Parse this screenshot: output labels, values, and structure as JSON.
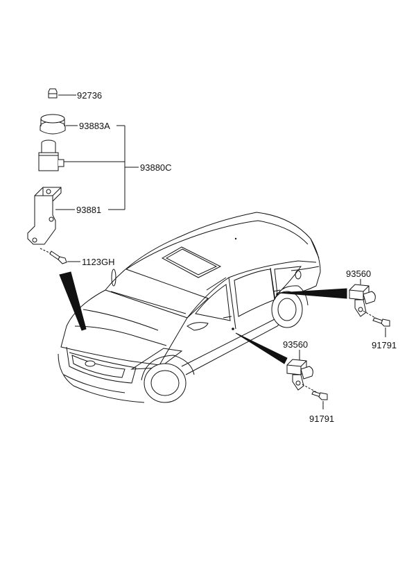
{
  "labels": {
    "p92736": "92736",
    "p93883A": "93883A",
    "p93880C": "93880C",
    "p93881": "93881",
    "p1123GH": "1123GH",
    "p93560_rear": "93560",
    "p91791_rear": "91791",
    "p93560_front": "93560",
    "p91791_front": "91791"
  }
}
